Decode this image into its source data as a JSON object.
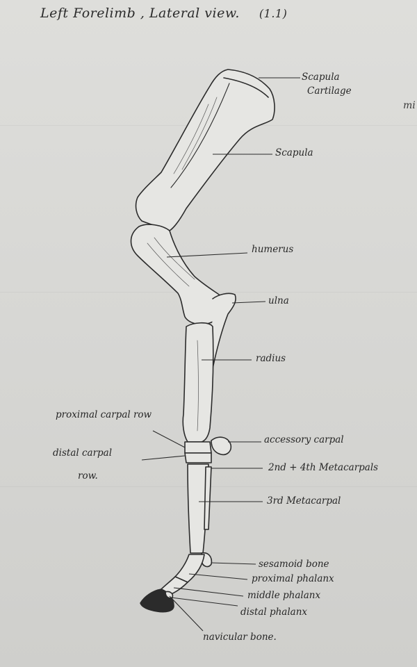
{
  "title": {
    "text": "Left   Forelimb , Lateral view.",
    "ref": "(1.1)"
  },
  "margin_text": "mi",
  "labels": {
    "scapula_cartilage_1": "Scapula",
    "scapula_cartilage_2": "Cartilage",
    "scapula": "Scapula",
    "humerus": "humerus",
    "ulna": "ulna",
    "radius": "radius",
    "proximal_carpal_row": "proximal carpal row",
    "distal_carpal_row_1": "distal  carpal",
    "distal_carpal_row_2": "row.",
    "accessory_carpal": "accessory carpal",
    "metacarpals_2_4": "2nd + 4th  Metacarpals",
    "metacarpal_3": "3rd  Metacarpal",
    "sesamoid_bone": "sesamoid bone",
    "proximal_phalanx": "proximal phalanx",
    "middle_phalanx": "middle phalanx",
    "distal_phalanx": "distal phalanx",
    "navicular_bone": "navicular bone."
  },
  "colors": {
    "paper": "#d9d9d6",
    "ink": "#262626"
  }
}
